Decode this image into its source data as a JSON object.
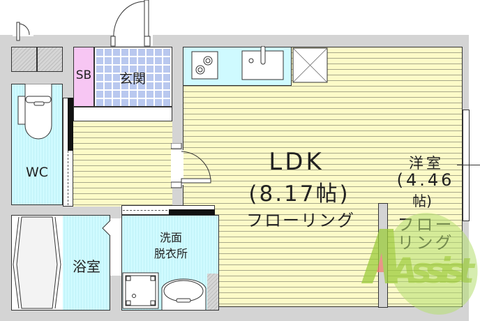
{
  "floorplan": {
    "rooms": {
      "ldk": {
        "name": "LDK",
        "size": "(8.17帖)",
        "floor": "フローリング"
      },
      "western": {
        "name": "洋室",
        "size_line1": "(4.46",
        "size_line2": "帖)",
        "floor_line1": "フロー",
        "floor_line2": "リング"
      },
      "entrance": {
        "name": "玄関"
      },
      "shoebox": {
        "name": "SB"
      },
      "wc": {
        "name": "WC"
      },
      "bath": {
        "name": "浴室"
      },
      "washroom": {
        "name_line1": "洗面",
        "name_line2": "脱衣所"
      }
    },
    "watermark": {
      "text": "Assist"
    },
    "colors": {
      "wall": "#d4d4d4",
      "wood_floor": "#fdfbc8",
      "wet_area": "#cffaff",
      "entrance_tile": "#b9c8ef",
      "storage": "#f7c6f3",
      "watermark_green": "#9ccc3c",
      "watermark_red": "#f08070"
    }
  }
}
